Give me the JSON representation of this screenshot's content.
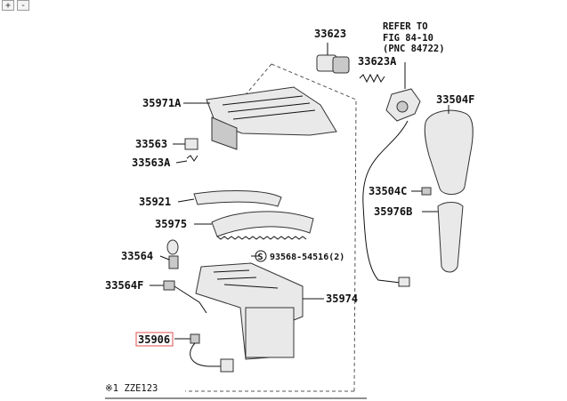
{
  "zoom": {
    "in_label": "+",
    "out_label": "-"
  },
  "reference": {
    "line1": "REFER TO",
    "line2": "FIG 84-10",
    "line3": "(PNC 84722)"
  },
  "parts": {
    "p33623": "33623",
    "p33623A": "33623A",
    "p33504F": "33504F",
    "p35971A": "35971A",
    "p33563": "33563",
    "p33563A": "33563A",
    "p33504C": "33504C",
    "p35976B": "35976B",
    "p35921": "35921",
    "p35975": "35975",
    "p33564": "33564",
    "p93568": "93568-54516(2)",
    "p33564F": "33564F",
    "p35974": "35974",
    "p35906": "35906"
  },
  "screw_symbol": "S",
  "footnote": "※1 ZZE123",
  "colors": {
    "highlight_box": "#e05050",
    "line": "#111111",
    "part_fill": "#e9e9e9"
  }
}
